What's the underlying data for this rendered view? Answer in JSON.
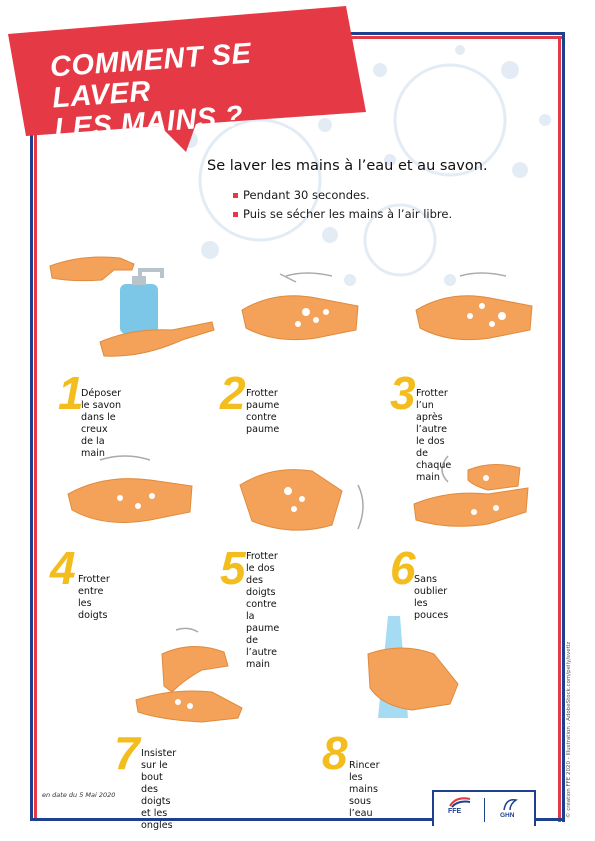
{
  "header": {
    "title_line1": "COMMENT SE LAVER",
    "title_line2": "LES MAINS ?"
  },
  "intro": {
    "heading": "Se laver les mains à l’eau et au savon.",
    "bullets": [
      "Pendant 30 secondes.",
      "Puis se sécher les mains à l’air libre."
    ]
  },
  "steps": [
    {
      "num": "1",
      "line1": "Déposer le savon",
      "line2": "dans le creux de la main",
      "line3": ""
    },
    {
      "num": "2",
      "line1": "Frotter paume",
      "line2": "contre paume",
      "line3": ""
    },
    {
      "num": "3",
      "line1": "Frotter l’un après l’autre",
      "line2": "le dos de chaque main",
      "line3": ""
    },
    {
      "num": "4",
      "line1": "Frotter entre les doigts",
      "line2": "",
      "line3": ""
    },
    {
      "num": "5",
      "line1": "Frotter le dos des doigts",
      "line2": "contre la paume",
      "line3": "de l’autre main"
    },
    {
      "num": "6",
      "line1": "Sans oublier les pouces",
      "line2": "",
      "line3": ""
    },
    {
      "num": "7",
      "line1": "Insister sur le bout",
      "line2": "des doigts et les ongles",
      "line3": ""
    },
    {
      "num": "8",
      "line1": "Rincer les mains sous l’eau",
      "line2": "",
      "line3": ""
    }
  ],
  "footer": {
    "date_note": "en date du 5 Mai 2020",
    "credits": "© création FFE 2020 - Illustration : AdobeStock.com/pelly/svetlz",
    "logo_ffe": "FFE",
    "logo_ghn": "GHN"
  },
  "colors": {
    "brand_red": "#e63946",
    "brand_blue": "#1f3f8f",
    "number_yellow": "#f3bd1d",
    "skin": "#f4a259"
  },
  "icons": [
    "hand-illustration",
    "soap-dispenser-icon",
    "rotation-arrow-icon",
    "water-stream-icon",
    "virus-background-icon"
  ]
}
